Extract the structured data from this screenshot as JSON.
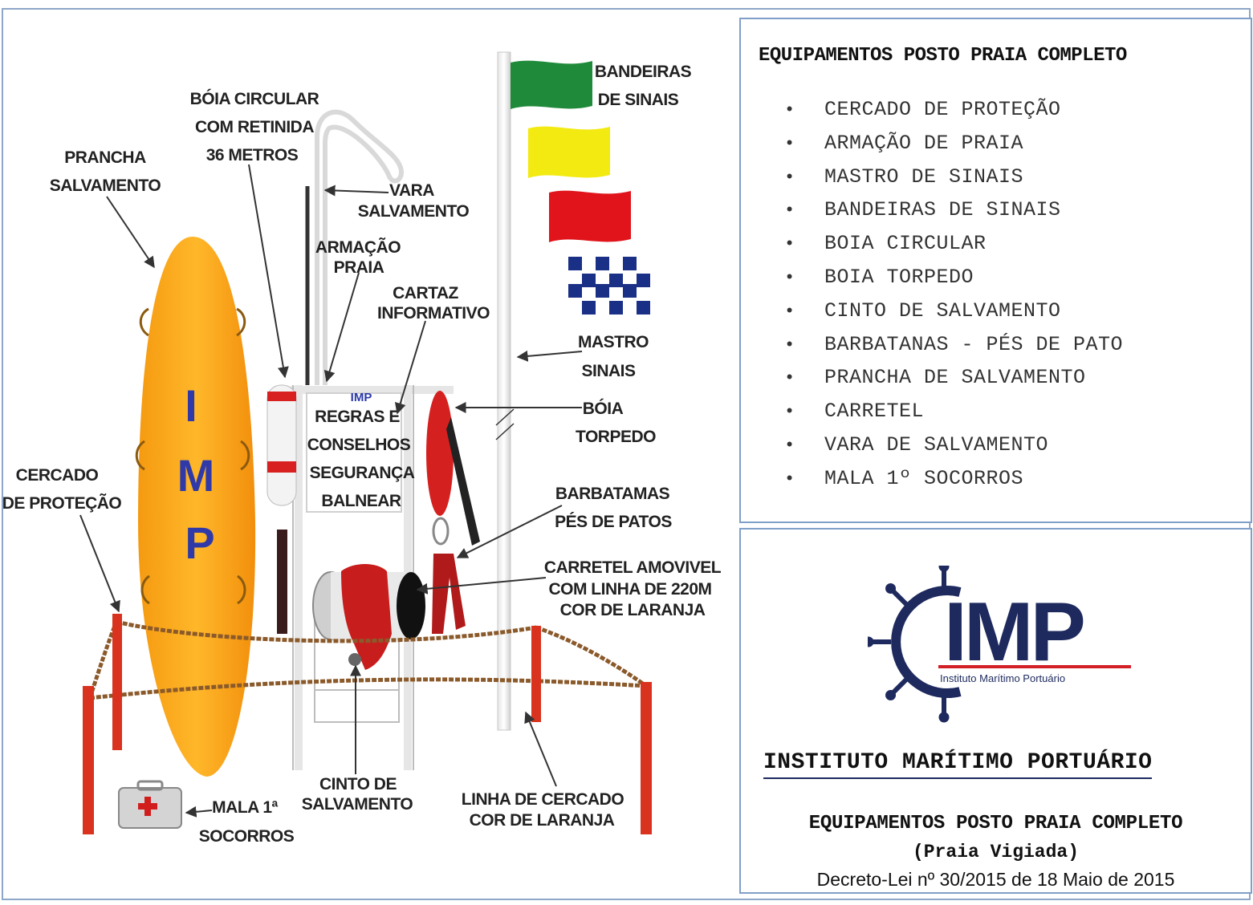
{
  "diagram": {
    "labels": {
      "prancha": [
        "PRANCHA",
        "SALVAMENTO"
      ],
      "boia_circular": [
        "BÓIA CIRCULAR",
        "COM RETINIDA",
        "36 METROS"
      ],
      "vara": [
        "VARA",
        "SALVAMENTO"
      ],
      "armacao": [
        "ARMAÇÃO",
        "PRAIA"
      ],
      "cartaz": [
        "CARTAZ",
        "INFORMATIVO"
      ],
      "bandeiras": [
        "BANDEIRAS",
        "DE SINAIS"
      ],
      "mastro": [
        "MASTRO",
        "SINAIS"
      ],
      "boia_torpedo": [
        "BÓIA",
        "TORPEDO"
      ],
      "barbatanas": [
        "BARBATAMAS",
        "PÉS DE PATOS"
      ],
      "carretel": [
        "CARRETEL AMOVIVEL",
        "COM LINHA DE 220M",
        "COR DE LARANJA"
      ],
      "cercado": [
        "CERCADO",
        "DE PROTEÇÃO"
      ],
      "mala": [
        "MALA 1ª",
        "SOCORROS"
      ],
      "cinto": [
        "CINTO DE",
        "SALVAMENTO"
      ],
      "linha": [
        "LINHA DE CERCADO",
        "COR DE LARANJA"
      ]
    },
    "board_letters": [
      "I",
      "M",
      "P"
    ],
    "sign": {
      "brand": "IMP",
      "lines": [
        "REGRAS E",
        "CONSELHOS",
        "SEGURANÇA",
        "BALNEAR"
      ]
    },
    "colors": {
      "board": "#f7a81b",
      "flag_green": "#1f8a3a",
      "flag_yellow": "#f2ea10",
      "flag_red": "#e0141a",
      "flag_checker": "#1a2f86",
      "rope": "#8b5a2b",
      "post": "#d9321e"
    }
  },
  "equipment_list": {
    "title": "EQUIPAMENTOS POSTO PRAIA COMPLETO",
    "bullet": "•",
    "items": [
      "CERCADO DE PROTEÇÃO",
      "ARMAÇÃO DE PRAIA",
      "MASTRO DE SINAIS",
      "BANDEIRAS DE SINAIS",
      "BOIA CIRCULAR",
      "BOIA TORPEDO",
      "CINTO DE SALVAMENTO",
      "BARBATANAS - PÉS DE PATO",
      "PRANCHA DE SALVAMENTO",
      "CARRETEL",
      "VARA DE SALVAMENTO",
      "MALA 1º SOCORROS"
    ]
  },
  "institute": {
    "logo_text": "IMP",
    "logo_subtitle": "Instituto Marítimo Portuário",
    "name": "INSTITUTO MARÍTIMO PORTUÁRIO",
    "title": "EQUIPAMENTOS POSTO PRAIA COMPLETO",
    "subtitle": "(Praia Vigiada)",
    "decree": "Decreto-Lei nº 30/2015 de 18 Maio de 2015",
    "colors": {
      "navy": "#1e2a5e",
      "red": "#d32026"
    }
  }
}
